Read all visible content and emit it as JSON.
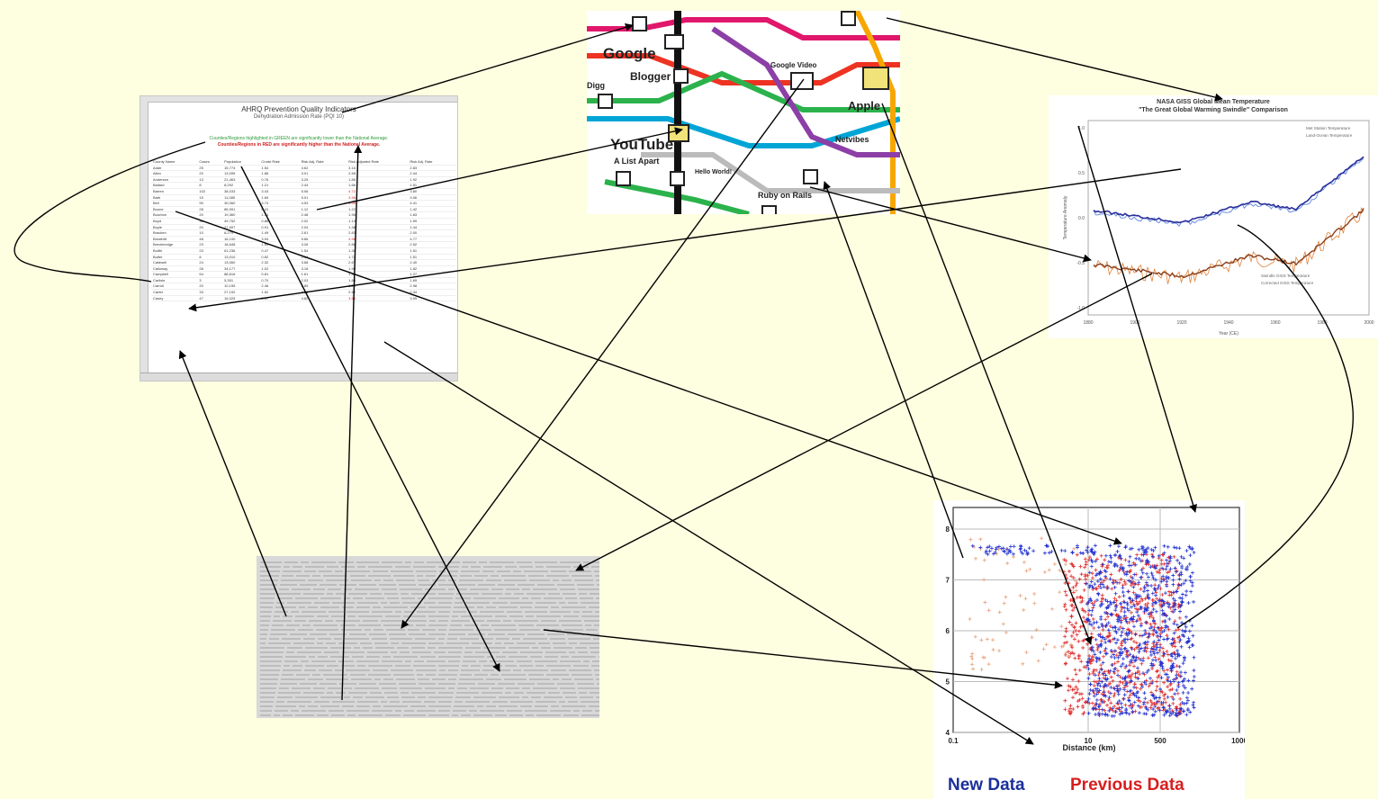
{
  "spreadsheet": {
    "title": "AHRQ Prevention Quality Indicators",
    "subtitle": "Dehydration Admission Rate (PQI 10)",
    "note_green": "Counties/Regions highlighted in GREEN are significantly lower than the National Average.",
    "note_red": "Counties/Regions in RED are significantly higher than the National Average.",
    "columns": [
      "County Name",
      "Cases",
      "Population",
      "Crude Rate",
      "Risk Adj. Rate",
      "Risk Adjusted Rate",
      "Risk Adj. Rate"
    ],
    "rows": [
      [
        "Adair",
        "25",
        "15,774",
        "1.54",
        "4.62",
        "3.16",
        "2.83"
      ],
      [
        "Allen",
        "20",
        "13,095",
        "1.86",
        "3.01",
        "2.58",
        "2.44"
      ],
      [
        "Anderson",
        "13",
        "21,463",
        "0.76",
        "3.25",
        "1.85",
        "1.92"
      ],
      [
        "Ballard",
        "8",
        "8,292",
        "1.21",
        "2.44",
        "1.68",
        "1.51"
      ],
      [
        "Barren",
        "102",
        "38,033",
        "3.43",
        "5.06",
        "4.72",
        "3.80"
      ],
      [
        "Bath",
        "15",
        "11,085",
        "1.69",
        "5.01",
        "3.96",
        "3.06"
      ],
      [
        "Bell",
        "90",
        "30,060",
        "3.74",
        "4.53",
        "4.58",
        "4.41"
      ],
      [
        "Boone",
        "28",
        "85,991",
        "0.41",
        "1.12",
        "1.22",
        "1.42"
      ],
      [
        "Bourbon",
        "20",
        "19,360",
        "1.31",
        "2.48",
        "1.96",
        "1.83"
      ],
      [
        "Boyd",
        "33",
        "49,752",
        "0.86",
        "2.02",
        "1.13",
        "1.59"
      ],
      [
        "Boyle",
        "20",
        "27,697",
        "0.91",
        "2.04",
        "1.48",
        "1.44"
      ],
      [
        "Bracken",
        "10",
        "8,279",
        "1.49",
        "2.61",
        "2.83",
        "2.00"
      ],
      [
        "Breathitt",
        "48",
        "16,100",
        "3.94",
        "5.66",
        "4.98",
        "4.77"
      ],
      [
        "Breckinridge",
        "23",
        "18,648",
        "1.55",
        "3.26",
        "2.86",
        "2.52"
      ],
      [
        "Bullitt",
        "23",
        "61,236",
        "0.47",
        "1.54",
        "1.36",
        "1.51"
      ],
      [
        "Butler",
        "8",
        "13,010",
        "0.82",
        "2.14",
        "1.72",
        "1.51"
      ],
      [
        "Caldwell",
        "24",
        "13,060",
        "2.32",
        "3.68",
        "2.67",
        "2.40"
      ],
      [
        "Calloway",
        "28",
        "34,177",
        "1.02",
        "3.18",
        "1.96",
        "1.82"
      ],
      [
        "Campbell",
        "54",
        "88,616",
        "0.81",
        "1.61",
        "1.31",
        "1.27"
      ],
      [
        "Carlisle",
        "3",
        "5,351",
        "0.70",
        "2.03",
        "1.80",
        "1.69"
      ],
      [
        "Carroll",
        "20",
        "10,155",
        "2.46",
        "3.85",
        "3.28",
        "2.98"
      ],
      [
        "Carter",
        "33",
        "27,192",
        "1.52",
        "3.38",
        "2.52",
        "2.34"
      ],
      [
        "Casey",
        "47",
        "16,025",
        "3.67",
        "4.82",
        "3.54",
        "3.09"
      ]
    ]
  },
  "metro": {
    "stations": [
      {
        "label": "Google",
        "big": true
      },
      {
        "label": "Blogger",
        "big": false
      },
      {
        "label": "YouTube",
        "big": true
      },
      {
        "label": "A List Apart",
        "big": false
      },
      {
        "label": "Google Video",
        "big": false
      },
      {
        "label": "Apple",
        "big": true
      },
      {
        "label": "Netvibes",
        "big": false
      },
      {
        "label": "Ruby on Rails",
        "big": false
      },
      {
        "label": "Digg",
        "big": false
      },
      {
        "label": "Hello World!",
        "big": false
      }
    ],
    "line_colors": [
      "#e0176b",
      "#2bb24c",
      "#ee3322",
      "#f7a700",
      "#00a5d6",
      "#111111",
      "#8c3fa6",
      "#bbbbbb"
    ]
  },
  "temperature_chart": {
    "title": "NASA GISS Global Mean Temperature",
    "subtitle": "\"The Great Global Warming Swindle\" Comparison",
    "legend_top": [
      "Met Station Temperature",
      "Land-Ocean Temperature"
    ],
    "legend_bottom": [
      "Swindle GISS Temperature",
      "Corrected GISS Temperature"
    ],
    "y_ticks": [
      "1.0",
      "0.5",
      "0.0",
      "-0.5",
      "-1.0"
    ],
    "x_ticks": [
      "1880",
      "1900",
      "1920",
      "1940",
      "1960",
      "1980",
      "2000"
    ],
    "xlabel": "Year (CE)",
    "ylabel": "Temperature Anomaly",
    "colors": {
      "blue_dark": "#2a2f9a",
      "blue_light": "#6a8fe0",
      "orange": "#e0813a",
      "brown": "#8a3f1c"
    }
  },
  "scatter_plot": {
    "xlabel": "Distance (km)",
    "x_ticks": [
      "0.1",
      "10",
      "500",
      "1000"
    ],
    "y_ticks": [
      "8",
      "7",
      "6",
      "5",
      "4"
    ],
    "legend": {
      "new": "New Data",
      "previous": "Previous Data"
    },
    "colors": {
      "new": "#1f2fd0",
      "previous": "#e02a2a",
      "legend_new": "#1a2f9a",
      "legend_previous": "#d81e1e"
    }
  }
}
